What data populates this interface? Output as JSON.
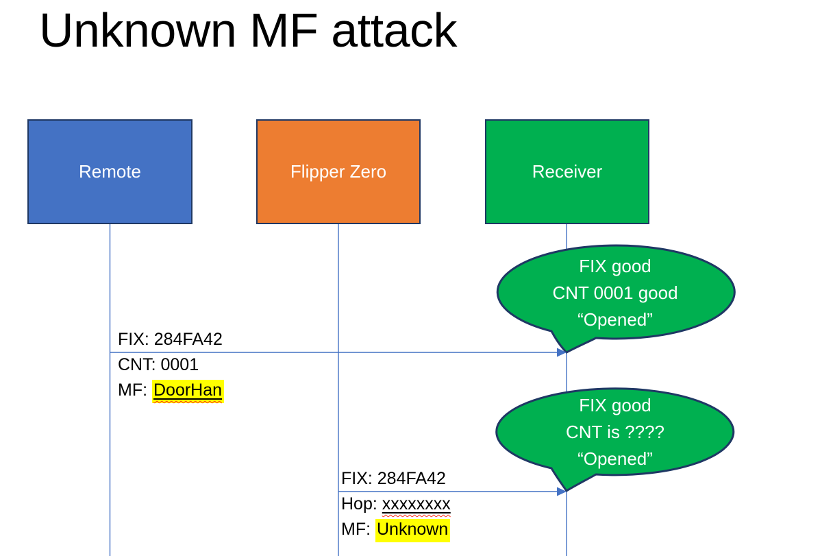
{
  "slide": {
    "title": "Unknown MF attack"
  },
  "colors": {
    "remote_fill": "#4472C4",
    "flipper_fill": "#ED7D31",
    "receiver_fill": "#00B050",
    "bubble_fill": "#00B050",
    "shape_border": "#1F3864",
    "connector_blue": "#4472C4",
    "highlight_yellow": "#FFFF00",
    "squiggle_red": "#FF2B1A",
    "text_dark": "#000000",
    "text_light": "#FFFFFF"
  },
  "actors": [
    {
      "label": "Remote"
    },
    {
      "label": "Flipper Zero"
    },
    {
      "label": "Receiver"
    }
  ],
  "messages": [
    {
      "above": "FIX: 284FA42",
      "line2_prefix": "CNT: ",
      "line2_value": "0001",
      "line3_prefix": "MF: ",
      "line3_value": "DoorHan"
    },
    {
      "above": "FIX: 284FA42",
      "line2_prefix": "Hop: ",
      "line2_value": "xxxxxxxx",
      "line3_prefix": "MF: ",
      "line3_value": "Unknown"
    }
  ],
  "bubbles": [
    {
      "line1": "FIX good",
      "line2": "CNT 0001 good",
      "line3": "“Opened”"
    },
    {
      "line1": "FIX good",
      "line2": "CNT is ????",
      "line3": "“Opened”"
    }
  ]
}
